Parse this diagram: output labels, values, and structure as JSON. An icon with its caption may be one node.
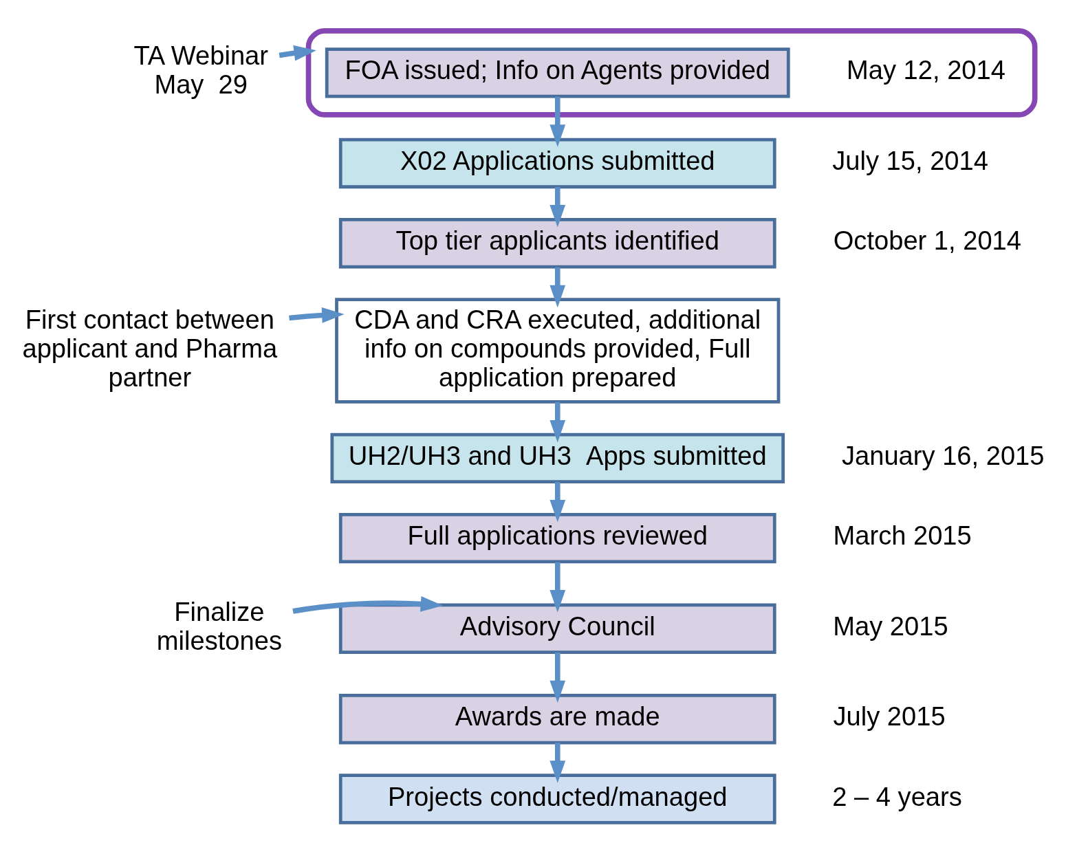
{
  "diagram": {
    "nodes": [
      {
        "text": [],
        "shape": "ellipse"
      },
      {
        "text": [
          "FOA issued; Info on Agents provided"
        ],
        "in": 0,
        "beside": [
          "May 12, 2014"
        ]
      },
      {
        "text": [
          "X02 Applications submitted"
        ],
        "beside": [
          "July 15, 2014"
        ]
      },
      {
        "text": [
          "Top tier applicants identified"
        ],
        "beside": [
          "October 1, 2014"
        ]
      },
      {
        "text": [
          "CDA and CRA executed, additional info on compounds provided, Full application prepared"
        ]
      },
      {
        "text": [
          "UH2/UH3 and UH3  Apps submitted"
        ],
        "beside": [
          "January 16, 2015"
        ]
      },
      {
        "text": [
          "Full applications reviewed"
        ],
        "beside": [
          "March 2015"
        ]
      },
      {
        "text": [
          "Advisory Council"
        ],
        "beside": [
          "May 2015"
        ]
      },
      {
        "text": [
          "Awards are made"
        ],
        "beside": [
          "July 2015"
        ]
      },
      {
        "text": [
          "Projects conducted/managed"
        ],
        "beside": [
          "2 – 4 years"
        ]
      },
      {
        "text": [
          "TA Webinar May  29"
        ]
      },
      {
        "text": [
          "First contact between applicant and Pharma partner"
        ]
      },
      {
        "text": [
          "Finalize milestones"
        ]
      }
    ],
    "edges": [
      {
        "from": 1,
        "to": 2,
        "arrow": "to"
      },
      {
        "from": 2,
        "to": 3,
        "arrow": "to"
      },
      {
        "from": 3,
        "to": 4,
        "arrow": "to"
      },
      {
        "from": 4,
        "to": 5,
        "arrow": "to"
      },
      {
        "from": 5,
        "to": 6,
        "arrow": "to"
      },
      {
        "from": 6,
        "to": 7,
        "arrow": "to"
      },
      {
        "from": 7,
        "to": 8,
        "arrow": "to"
      },
      {
        "from": 8,
        "to": 9,
        "arrow": "to"
      },
      {
        "from": 10,
        "to": 0,
        "arrow": "to"
      },
      {
        "from": 11,
        "to": 4,
        "arrow": "to"
      },
      {
        "from": 12,
        "to": 7,
        "arrow": "to"
      }
    ]
  }
}
